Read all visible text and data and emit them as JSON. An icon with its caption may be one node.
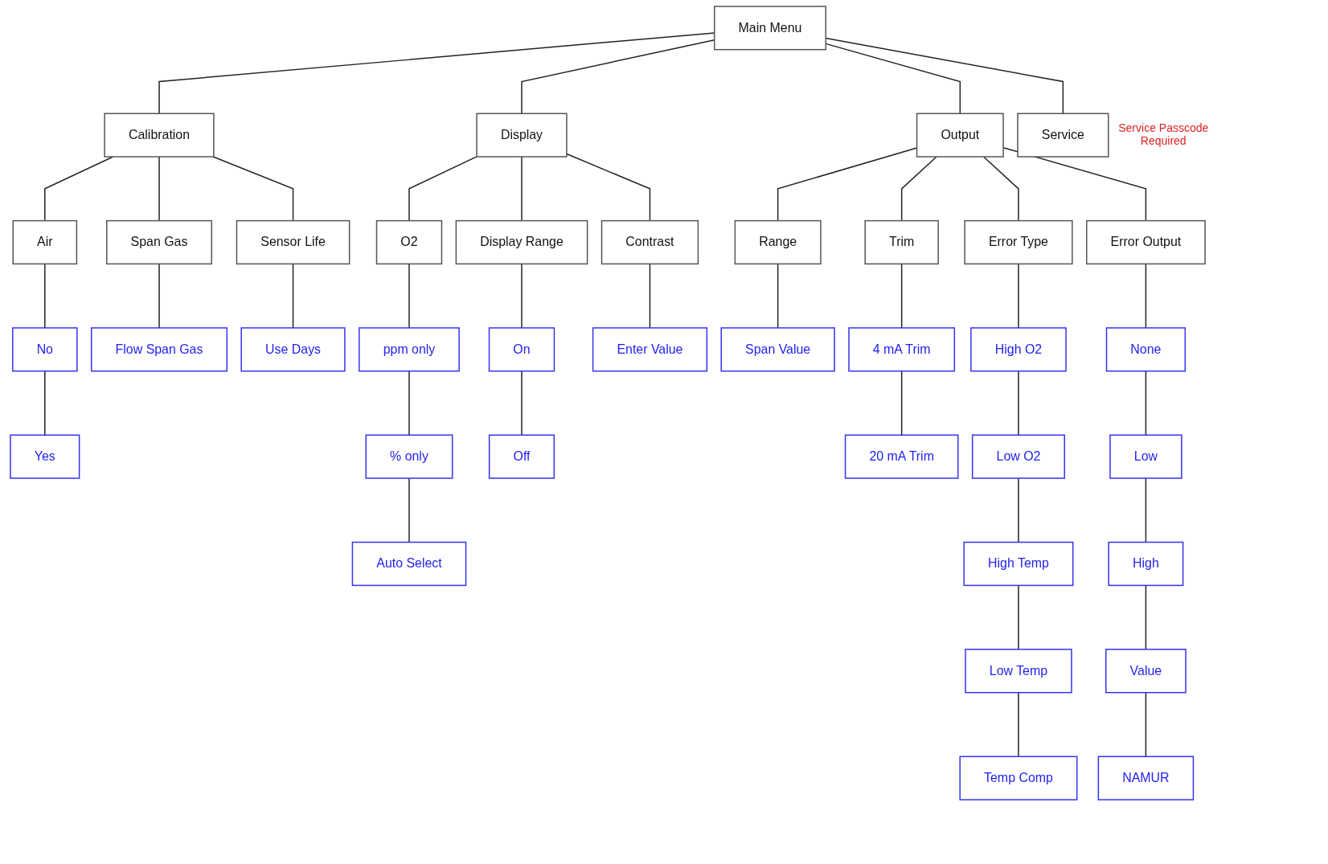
{
  "diagram": {
    "nodes": [
      {
        "text": [
          "Main Menu"
        ]
      },
      {
        "text": [
          "Calibration"
        ]
      },
      {
        "text": [
          "Display"
        ]
      },
      {
        "text": [
          "Output"
        ]
      },
      {
        "text": [
          "Service"
        ],
        "beside": [
          "Service Passcode Required"
        ]
      },
      {
        "text": [
          "Air"
        ]
      },
      {
        "text": [
          "No"
        ]
      },
      {
        "text": [
          "Yes"
        ]
      },
      {
        "text": [
          "Span Gas"
        ]
      },
      {
        "text": [
          "Flow Span Gas"
        ]
      },
      {
        "text": [
          "Sensor Life"
        ]
      },
      {
        "text": [
          "Use Days"
        ]
      },
      {
        "text": [
          "O2"
        ]
      },
      {
        "text": [
          "ppm only"
        ]
      },
      {
        "text": [
          "% only"
        ]
      },
      {
        "text": [
          "Auto Select"
        ]
      },
      {
        "text": [
          "Display Range"
        ]
      },
      {
        "text": [
          "On"
        ]
      },
      {
        "text": [
          "Off"
        ]
      },
      {
        "text": [
          "Contrast"
        ]
      },
      {
        "text": [
          "Enter Value"
        ]
      },
      {
        "text": [
          "Range"
        ]
      },
      {
        "text": [
          "Span Value"
        ]
      },
      {
        "text": [
          "Trim"
        ]
      },
      {
        "text": [
          "4 mA Trim"
        ]
      },
      {
        "text": [
          "20 mA Trim"
        ]
      },
      {
        "text": [
          "Error Type"
        ]
      },
      {
        "text": [
          "High O2"
        ]
      },
      {
        "text": [
          "Low O2"
        ]
      },
      {
        "text": [
          "High Temp"
        ]
      },
      {
        "text": [
          "Low Temp"
        ]
      },
      {
        "text": [
          "Temp Comp"
        ]
      },
      {
        "text": [
          "Error Output"
        ]
      },
      {
        "text": [
          "None"
        ]
      },
      {
        "text": [
          "Low"
        ]
      },
      {
        "text": [
          "High"
        ]
      },
      {
        "text": [
          "Value"
        ]
      },
      {
        "text": [
          "NAMUR"
        ]
      }
    ],
    "edges": [
      {
        "from": 0,
        "to": 1,
        "arrow": "none"
      },
      {
        "from": 0,
        "to": 2,
        "arrow": "none"
      },
      {
        "from": 0,
        "to": 3,
        "arrow": "none"
      },
      {
        "from": 0,
        "to": 4,
        "arrow": "none"
      },
      {
        "from": 1,
        "to": 5,
        "arrow": "none"
      },
      {
        "from": 5,
        "to": 6,
        "arrow": "none"
      },
      {
        "from": 6,
        "to": 7,
        "arrow": "none"
      },
      {
        "from": 1,
        "to": 8,
        "arrow": "none"
      },
      {
        "from": 8,
        "to": 9,
        "arrow": "none"
      },
      {
        "from": 1,
        "to": 10,
        "arrow": "none"
      },
      {
        "from": 10,
        "to": 11,
        "arrow": "none"
      },
      {
        "from": 2,
        "to": 12,
        "arrow": "none"
      },
      {
        "from": 12,
        "to": 13,
        "arrow": "none"
      },
      {
        "from": 13,
        "to": 14,
        "arrow": "none"
      },
      {
        "from": 14,
        "to": 15,
        "arrow": "none"
      },
      {
        "from": 2,
        "to": 16,
        "arrow": "none"
      },
      {
        "from": 16,
        "to": 17,
        "arrow": "none"
      },
      {
        "from": 17,
        "to": 18,
        "arrow": "none"
      },
      {
        "from": 2,
        "to": 19,
        "arrow": "none"
      },
      {
        "from": 19,
        "to": 20,
        "arrow": "none"
      },
      {
        "from": 3,
        "to": 21,
        "arrow": "none"
      },
      {
        "from": 21,
        "to": 22,
        "arrow": "none"
      },
      {
        "from": 3,
        "to": 23,
        "arrow": "none"
      },
      {
        "from": 23,
        "to": 24,
        "arrow": "none"
      },
      {
        "from": 24,
        "to": 25,
        "arrow": "none"
      },
      {
        "from": 3,
        "to": 26,
        "arrow": "none"
      },
      {
        "from": 26,
        "to": 27,
        "arrow": "none"
      },
      {
        "from": 27,
        "to": 28,
        "arrow": "none"
      },
      {
        "from": 28,
        "to": 29,
        "arrow": "none"
      },
      {
        "from": 29,
        "to": 30,
        "arrow": "none"
      },
      {
        "from": 30,
        "to": 31,
        "arrow": "none"
      },
      {
        "from": 3,
        "to": 32,
        "arrow": "none"
      },
      {
        "from": 32,
        "to": 33,
        "arrow": "none"
      },
      {
        "from": 33,
        "to": 34,
        "arrow": "none"
      },
      {
        "from": 34,
        "to": 35,
        "arrow": "none"
      },
      {
        "from": 35,
        "to": 36,
        "arrow": "none"
      },
      {
        "from": 36,
        "to": 37,
        "arrow": "none"
      }
    ]
  }
}
